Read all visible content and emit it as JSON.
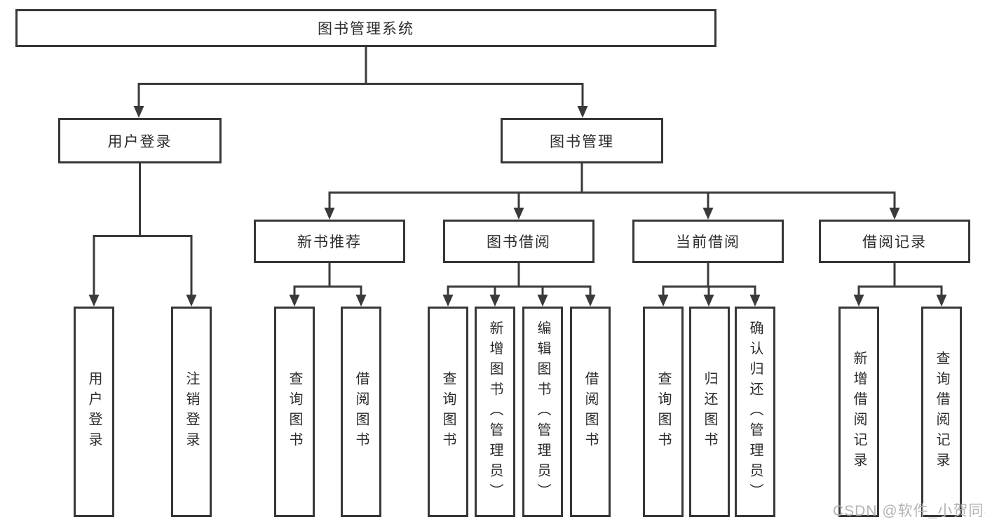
{
  "diagram": {
    "root": "图书管理系统",
    "level2": {
      "user_login": "用户登录",
      "book_management": "图书管理"
    },
    "level3": {
      "new_book_recommend": "新书推荐",
      "book_borrow": "图书借阅",
      "current_borrow": "当前借阅",
      "borrow_records": "借阅记录"
    },
    "leaves": {
      "login": "用户登录",
      "logout": "注销登录",
      "recommend_query": "查询图书",
      "recommend_borrow": "借阅图书",
      "borrow_query": "查询图书",
      "borrow_add": "新增图书（管理员）",
      "borrow_edit": "编辑图书（管理员）",
      "borrow_borrow": "借阅图书",
      "current_query": "查询图书",
      "current_return": "归还图书",
      "current_confirm": "确认归还（管理员）",
      "records_add": "新增借阅记录",
      "records_query": "查询借阅记录"
    }
  },
  "watermark": "CSDN @软件_小贺同学",
  "colors": {
    "line": "#3a3a3a",
    "border": "#373737",
    "text": "#2c2c2c",
    "watermark": "#b3b3b3"
  }
}
